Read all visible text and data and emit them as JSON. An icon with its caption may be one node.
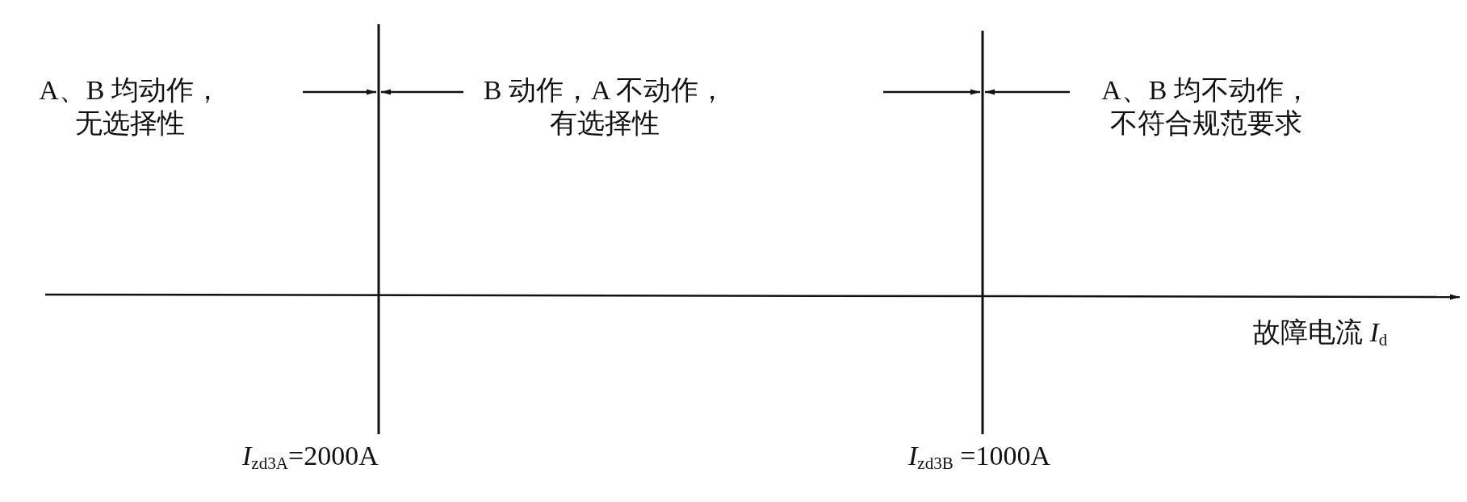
{
  "diagram": {
    "labels": [
      "A、B 均动作，无选择性",
      "B 动作，A 不动作，有选择性",
      "A、B 均不动作，不符合规范要求",
      "故障电流 *I*$_{d}$",
      "*I*$_{zd3A}$=2000A",
      "*I*$_{zd3B}$ =1000A"
    ]
  }
}
